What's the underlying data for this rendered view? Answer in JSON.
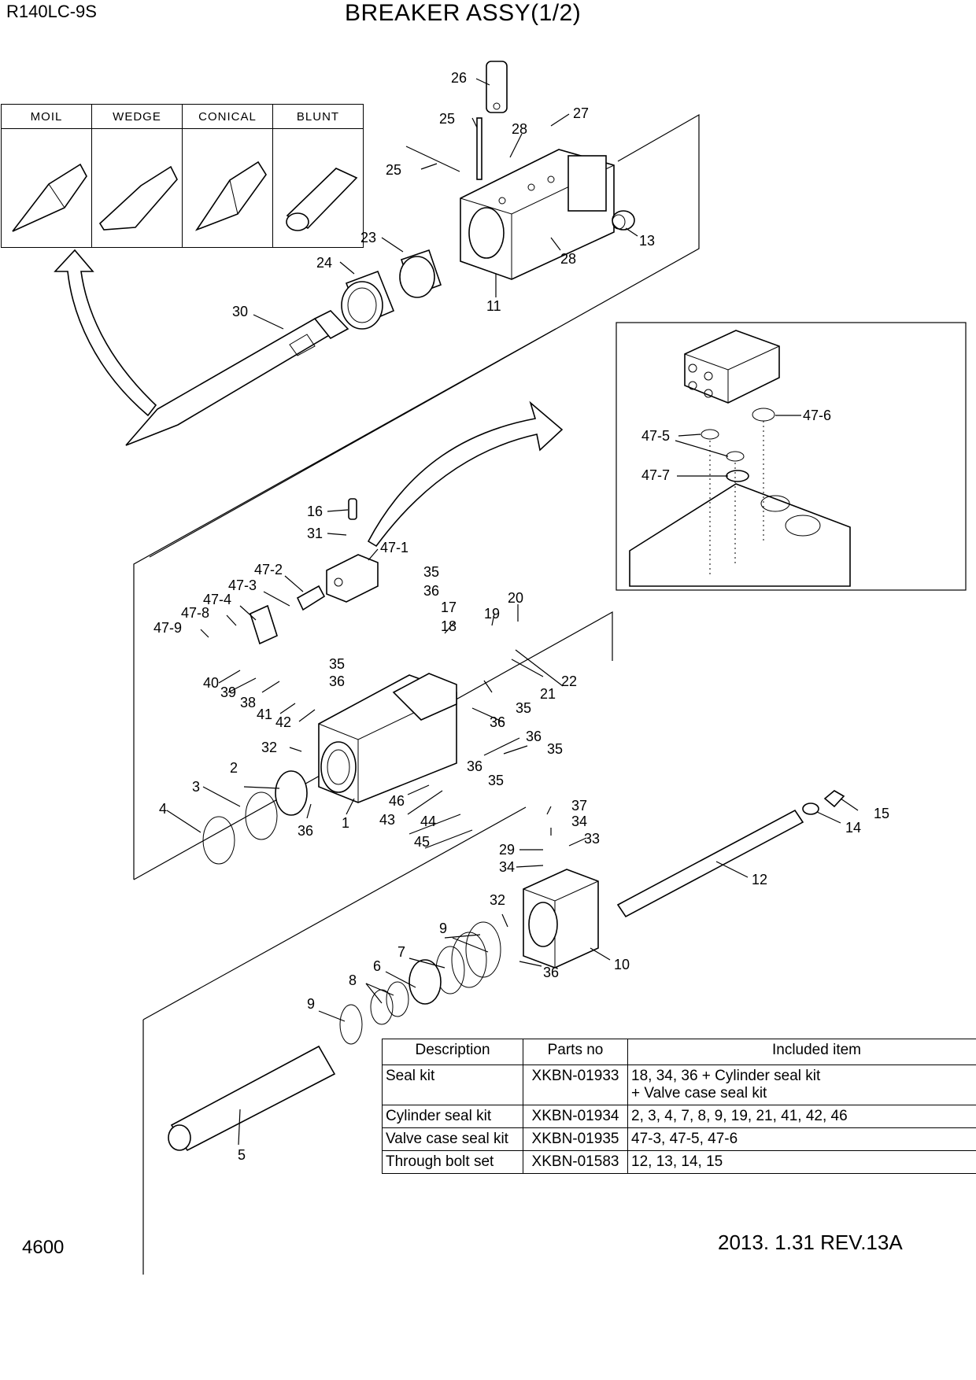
{
  "header": {
    "model": "R140LC-9S",
    "title": "BREAKER ASSY(1/2)"
  },
  "footer": {
    "page_number": "4600",
    "revision": "2013. 1.31  REV.13A"
  },
  "tip_types": [
    "MOIL",
    "WEDGE",
    "CONICAL",
    "BLUNT"
  ],
  "kit_table": {
    "headers": [
      "Description",
      "Parts no",
      "Included item"
    ],
    "rows": [
      {
        "description": "Seal kit",
        "parts_no": "XKBN-01933",
        "included": "18, 34, 36 + Cylinder seal kit\n+ Valve case seal kit"
      },
      {
        "description": "Cylinder seal kit",
        "parts_no": "XKBN-01934",
        "included": "2, 3, 4, 7, 8, 9, 19, 21, 41, 42, 46"
      },
      {
        "description": "Valve case seal kit",
        "parts_no": "XKBN-01935",
        "included": "47-3, 47-5, 47-6"
      },
      {
        "description": "Through bolt set",
        "parts_no": "XKBN-01583",
        "included": "12, 13, 14, 15"
      }
    ]
  },
  "callouts": {
    "c26": "26",
    "c25a": "25",
    "c28a": "28",
    "c27": "27",
    "c25b": "25",
    "c23": "23",
    "c24": "24",
    "c13": "13",
    "c28b": "28",
    "c11": "11",
    "c30": "30",
    "c47_6": "47-6",
    "c47_5": "47-5",
    "c47_7": "47-7",
    "c16": "16",
    "c31": "31",
    "c47_1": "47-1",
    "c47_2": "47-2",
    "c47_3": "47-3",
    "c47_4": "47-4",
    "c47_8": "47-8",
    "c47_9": "47-9",
    "c35a": "35",
    "c36a": "36",
    "c17": "17",
    "c18": "18",
    "c19": "19",
    "c20": "20",
    "c35b": "35",
    "c36b": "36",
    "c21": "21",
    "c22": "22",
    "c40": "40",
    "c39": "39",
    "c38": "38",
    "c41": "41",
    "c42": "42",
    "c35c": "35",
    "c36c": "36",
    "c36d": "36",
    "c35d": "35",
    "c32a": "32",
    "c2": "2",
    "c3": "3",
    "c4": "4",
    "c36e": "36",
    "c1": "1",
    "c36f": "36",
    "c35e": "35",
    "c46": "46",
    "c43": "43",
    "c44": "44",
    "c45": "45",
    "c37": "37",
    "c34a": "34",
    "c33": "33",
    "c29": "29",
    "c34b": "34",
    "c15": "15",
    "c14": "14",
    "c12": "12",
    "c32b": "32",
    "c9a": "9",
    "c7": "7",
    "c6": "6",
    "c8": "8",
    "c36g": "36",
    "c10": "10",
    "c9b": "9",
    "c5": "5"
  }
}
